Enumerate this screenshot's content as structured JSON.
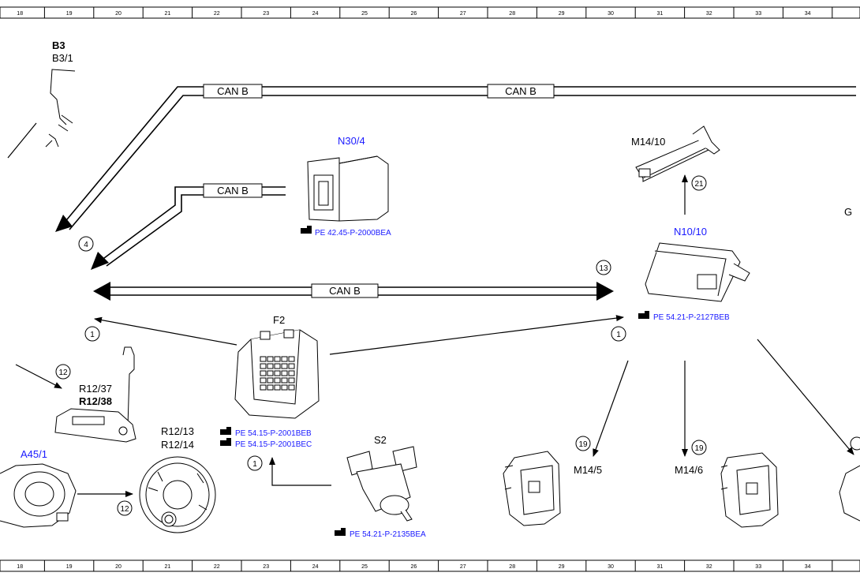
{
  "ruler": [
    "18",
    "19",
    "20",
    "21",
    "22",
    "23",
    "24",
    "25",
    "26",
    "27",
    "28",
    "29",
    "30",
    "31",
    "32",
    "33",
    "34"
  ],
  "components": {
    "b3": "B3",
    "b3_1": "B3/1",
    "n30_4": "N30/4",
    "n30_4_ref": "PE 42.45-P-2000BEA",
    "m14_10": "M14/10",
    "n10_10": "N10/10",
    "n10_10_ref": "PE 54.21-P-2127BEB",
    "g_partial": "G",
    "f2": "F2",
    "f2_ref1": "PE 54.15-P-2001BEB",
    "f2_ref2": "PE 54.15-P-2001BEC",
    "r12_37": "R12/37",
    "r12_38": "R12/38",
    "r12_13": "R12/13",
    "r12_14": "R12/14",
    "a45_1": "A45/1",
    "s2": "S2",
    "s2_ref": "PE 54.21-P-2135BEA",
    "m14_5": "M14/5",
    "m14_6": "M14/6"
  },
  "can_labels": [
    "CAN B",
    "CAN B",
    "CAN B",
    "CAN B"
  ],
  "connection_numbers": {
    "c4": "4",
    "c13": "13",
    "c21": "21",
    "c1_left": "1",
    "c1_right": "1",
    "c12_top": "12",
    "c12_bottom": "12",
    "c1_s2": "1",
    "c19_left": "19",
    "c19_right": "19"
  }
}
